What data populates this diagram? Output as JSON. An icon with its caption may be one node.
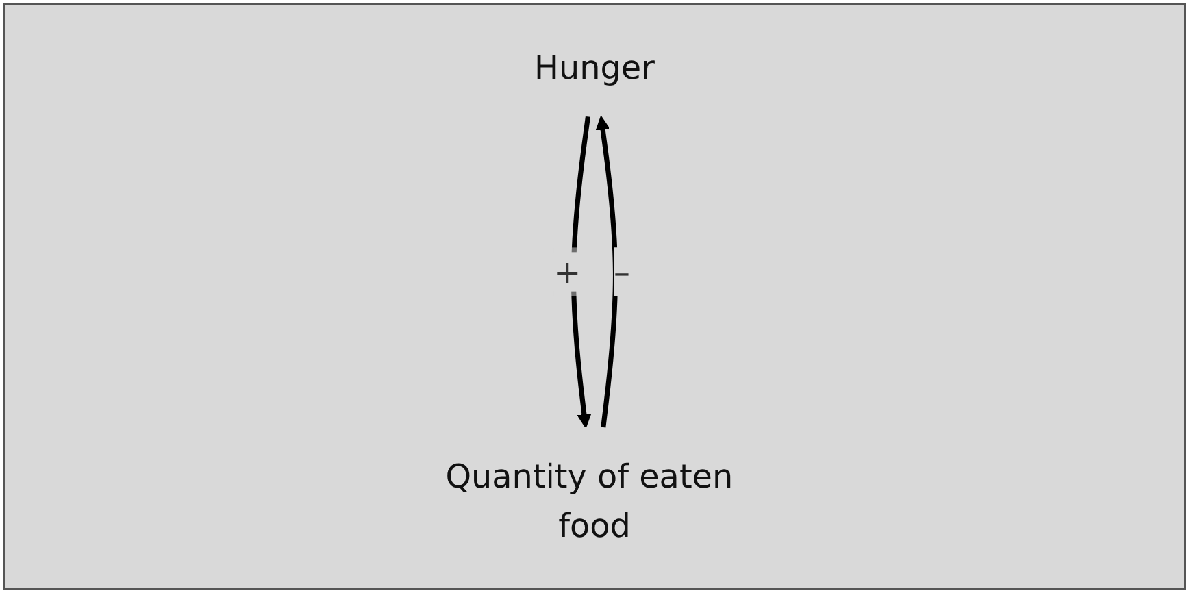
{
  "diagram": {
    "nodes": [
      {
        "text": [
          "Hunger"
        ]
      },
      {
        "text": [
          "Quantity of eaten food"
        ]
      }
    ],
    "edges": [
      {
        "from": 0,
        "to": 1,
        "arrow": "to",
        "label": "+"
      },
      {
        "from": 1,
        "to": 0,
        "arrow": "to",
        "label": "–"
      }
    ]
  }
}
